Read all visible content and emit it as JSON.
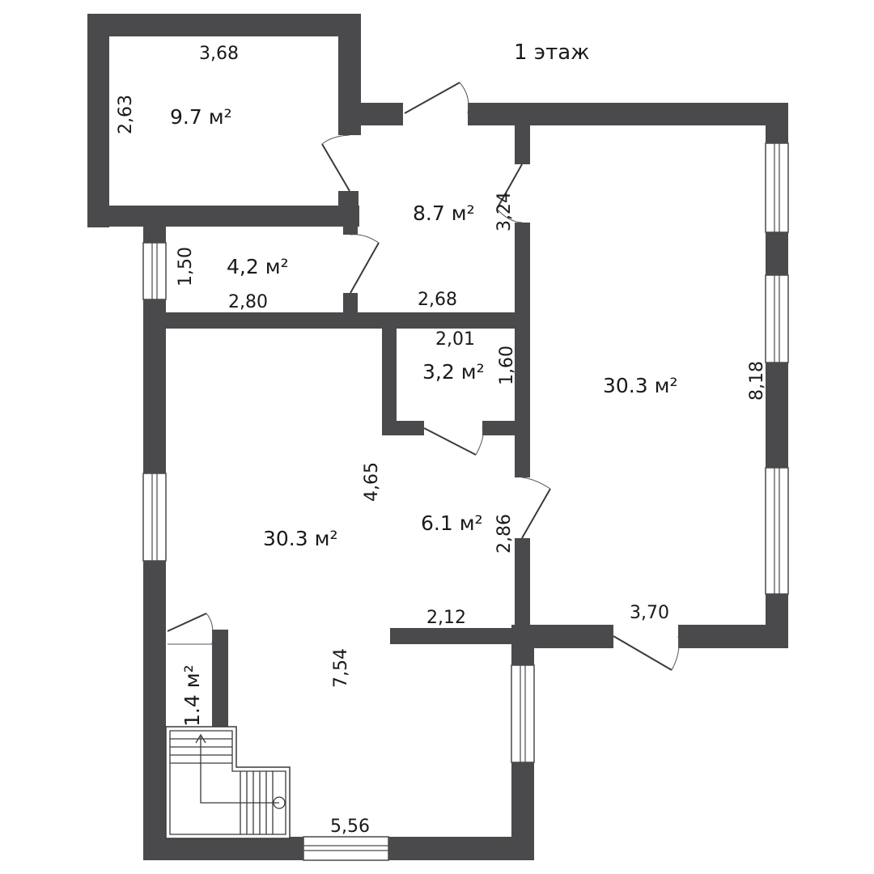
{
  "floor_title": "1 этаж",
  "rooms": {
    "storage_top_left": {
      "area": "9.7 м²",
      "width": "3,68",
      "height": "2,63"
    },
    "hall_top": {
      "area": "8.7 м²",
      "height": "3,24",
      "width": "2,68"
    },
    "bath_left": {
      "area": "4,2 м²",
      "height": "1,50",
      "width": "2,80"
    },
    "closet_middle": {
      "area": "3,2 м²",
      "width": "2,01",
      "height": "1,60"
    },
    "big_right": {
      "area": "30.3 м²",
      "height": "8,18",
      "width": "3,70"
    },
    "corridor": {
      "area": "6.1 м²",
      "height": "2,86",
      "width": "2,12"
    },
    "big_left": {
      "area": "30.3 м²",
      "height_upper": "4,65",
      "height_lower": "7,54",
      "width": "5,56"
    },
    "pantry_small": {
      "area": "1.4 м²"
    }
  }
}
